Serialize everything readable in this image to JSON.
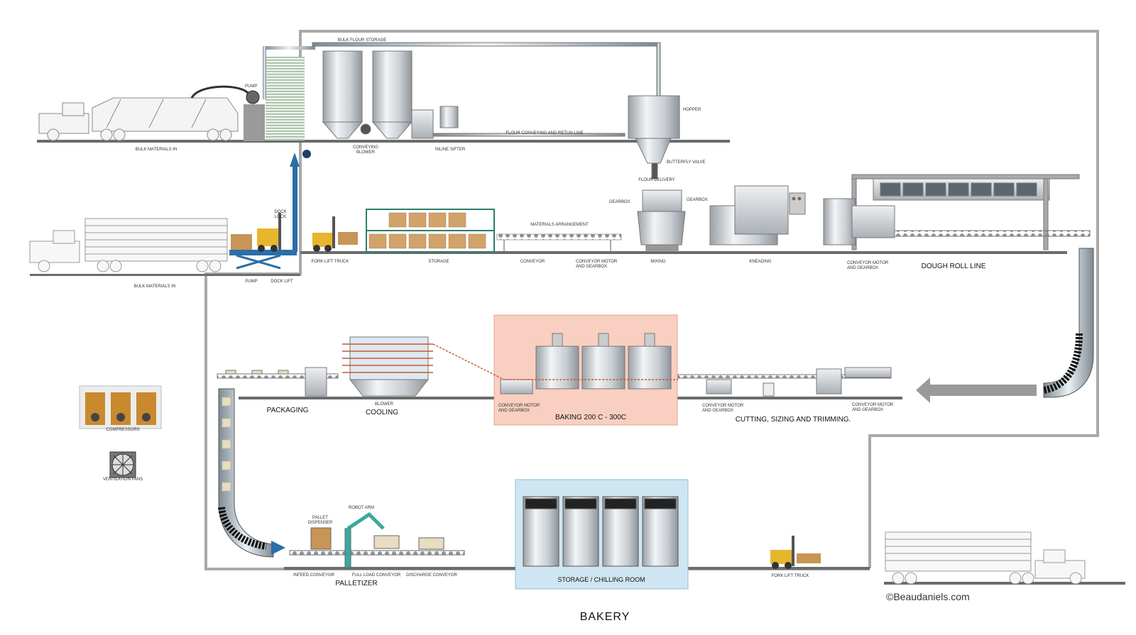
{
  "title": "BAKERY",
  "copyright": "©Beaudaniels.com",
  "colors": {
    "wall": "#a9a9a9",
    "floor": "#6b6b6b",
    "steel": "#cfd3d7",
    "baking_zone": "#f8cfc0",
    "chilling_zone": "#cfe6f2",
    "forklift": "#e7b62c",
    "arrow": "#9a9a9a"
  },
  "labels": {
    "bulk_materials_in_top": "BULK MATERIALS IN",
    "pump_top": "PUMP",
    "bulk_flour_storage": "BULK FLOUR STORAGE",
    "conveying_blower": "CONVEYING\nBLOWER",
    "inline_sifter": "INLINE SIFTER",
    "flour_line": "FLOUR CONVEYING AND RETUN LINE",
    "hopper": "HOPPER",
    "butterfly_valve": "BUTTERFLY VALVE",
    "flour_delivery": "FLOUR DELIVERY",
    "gearbox_mixer": "GEARBOX",
    "gearbox_kneader": "GEARBOX",
    "dock_lock": "DOCK\nLOCK",
    "bulk_materials_in_lower": "BULK MATERIALS IN",
    "pump_lower": "PUMP",
    "dock_lift": "DOCK LIFT",
    "fork_lift_truck_upper": "FORK LIFT TRUCK",
    "storage": "STORAGE",
    "materials_arrangement": "MATERIALS ARRANGEMENT",
    "conveyor": "CONVEYOR",
    "conveyor_motor_1": "CONVEYOR MOTOR\nAND GEARBOX",
    "mixing": "MIXING",
    "kneading": "KNEADING",
    "conveyor_motor_2": "CONVEYOR MOTOR\nAND GEARBOX",
    "dough_roll_line": "DOUGH ROLL LINE",
    "packaging": "PACKAGING",
    "cooling": "COOLING",
    "blower": "BLOWER",
    "conveyor_motor_3": "CONVEYOR MOTOR\nAND GEARBOX",
    "baking": "BAKING  200 C - 300C",
    "conveyor_motor_4": "CONVEYOR MOTOR\nAND GEARBOX",
    "conveyor_motor_5": "CONVEYOR MOTOR\nAND GEARBOX",
    "cutting": "CUTTING, SIZING AND TRIMMING.",
    "compressors": "COMPRESSORS",
    "ventilation_fans": "VENTILATION FANS",
    "pallet_dispenser": "PALLET\nDISPENSER",
    "robot_arm": "ROBOT ARM",
    "infeed_conveyor": "INFEED CONVEYOR",
    "full_load_conveyor": "FULL LOAD CONVEYOR",
    "discharge_conveyor": "DISCHARGE CONVEYOR",
    "palletizer": "PALLETIZER",
    "storage_chilling": "STORAGE / CHILLING ROOM",
    "fork_lift_truck_lower": "FORK LIFT TRUCK"
  }
}
